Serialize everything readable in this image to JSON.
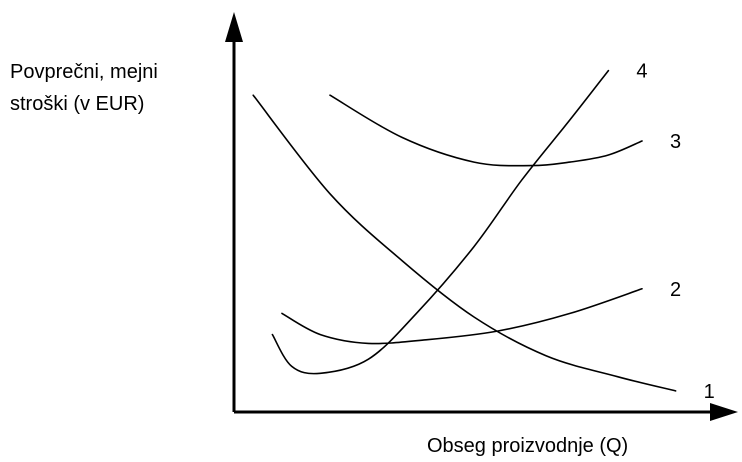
{
  "chart_data": {
    "type": "line",
    "title": "",
    "ylabel_lines": [
      "Povprečni, mejni",
      "stroški (v EUR)"
    ],
    "xlabel": "Obseg proizvodnje (Q)",
    "grid": false,
    "legend": "none",
    "series": [
      {
        "name": "1",
        "points": [
          [
            4,
            90
          ],
          [
            20,
            62
          ],
          [
            35,
            43
          ],
          [
            50,
            27
          ],
          [
            65,
            16
          ],
          [
            80,
            10
          ],
          [
            92,
            6
          ]
        ]
      },
      {
        "name": "2",
        "points": [
          [
            10,
            28
          ],
          [
            18,
            22
          ],
          [
            28,
            19.5
          ],
          [
            40,
            20.5
          ],
          [
            55,
            23
          ],
          [
            70,
            28
          ],
          [
            85,
            35
          ]
        ]
      },
      {
        "name": "3",
        "points": [
          [
            20,
            90
          ],
          [
            35,
            78
          ],
          [
            50,
            71
          ],
          [
            62,
            70
          ],
          [
            70,
            71
          ],
          [
            78,
            73
          ],
          [
            85,
            77
          ]
        ]
      },
      {
        "name": "4",
        "points": [
          [
            8,
            22
          ],
          [
            12,
            13
          ],
          [
            18,
            11
          ],
          [
            28,
            15
          ],
          [
            38,
            28
          ],
          [
            50,
            47
          ],
          [
            60,
            66
          ],
          [
            70,
            83
          ],
          [
            78,
            97
          ]
        ]
      }
    ]
  }
}
